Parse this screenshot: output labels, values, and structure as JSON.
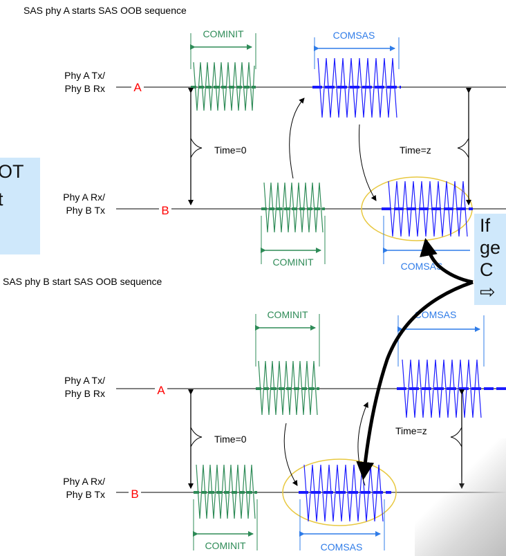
{
  "captions": {
    "top": "SAS phy A starts SAS OOB sequence",
    "bottom": "SAS phy B start SAS OOB sequence"
  },
  "lanes": {
    "tx_line1": "Phy A Tx/",
    "tx_line2": "Phy B Rx",
    "rx_line1": "Phy A Rx/",
    "rx_line2": "Phy B Tx",
    "marker_a": "A",
    "marker_b": "B"
  },
  "labels": {
    "cominit": "COMINIT",
    "comsas": "COMSAS",
    "time_zero": "Time=0",
    "time_z": "Time=z"
  },
  "notes": {
    "left_lines": [
      "OT",
      "",
      "t"
    ],
    "right_lines": [
      "If",
      "ge",
      "C",
      "⇨"
    ]
  },
  "colors": {
    "cominit": "#2e8b57",
    "comsas": "#1a1aff",
    "comsas_label": "#2f7ce8",
    "marker": "#ff0000",
    "ellipse": "#e8c840",
    "callout": "#cfe8fb"
  }
}
